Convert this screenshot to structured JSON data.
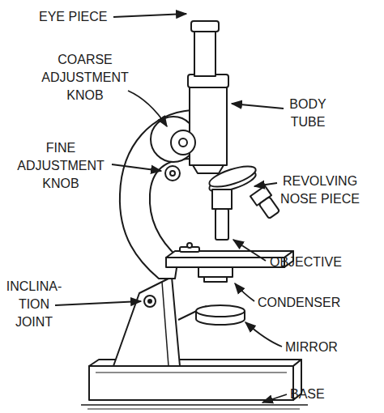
{
  "diagram": {
    "labels": [
      "EYE PIECE",
      "COARSE ADJUSTMENT KNOB",
      "FINE ADJUSTMENT KNOB",
      "INCLINA- TION JOINT",
      "BODY TUBE",
      "REVOLVING NOSE PIECE",
      "OBJECTIVE",
      "CONDENSER",
      "MIRROR",
      "BASE"
    ]
  }
}
